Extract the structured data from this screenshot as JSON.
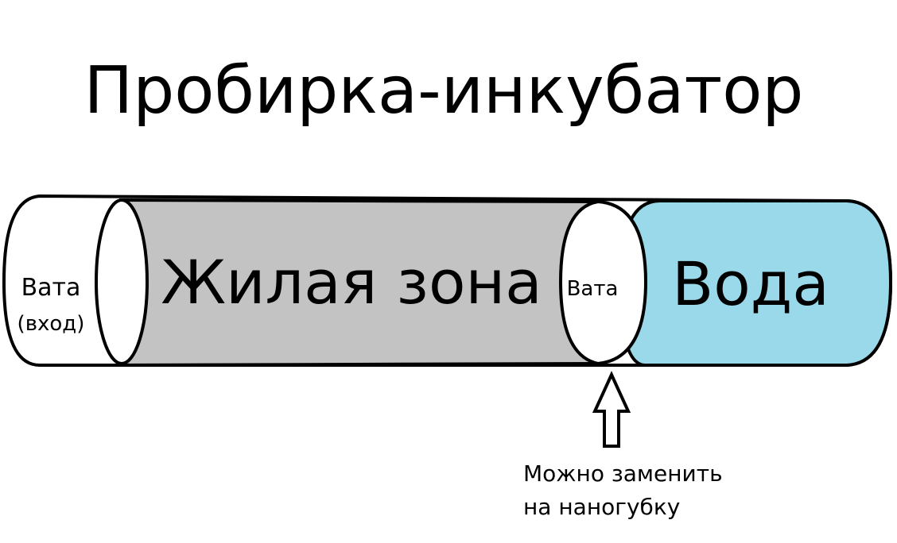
{
  "title": "Пробирка-инкубатор",
  "tube": {
    "inlet_cotton_line1": "Вата",
    "inlet_cotton_line2": "(вход)",
    "living_zone": "Жилая зона",
    "middle_cotton": "Вата",
    "water": "Вода"
  },
  "note": {
    "line1": "Можно заменить",
    "line2": "на наногубку"
  },
  "colors": {
    "living_zone": "#c3c3c3",
    "water": "#99d9ea",
    "cotton": "#ffffff",
    "outline": "#000000"
  }
}
